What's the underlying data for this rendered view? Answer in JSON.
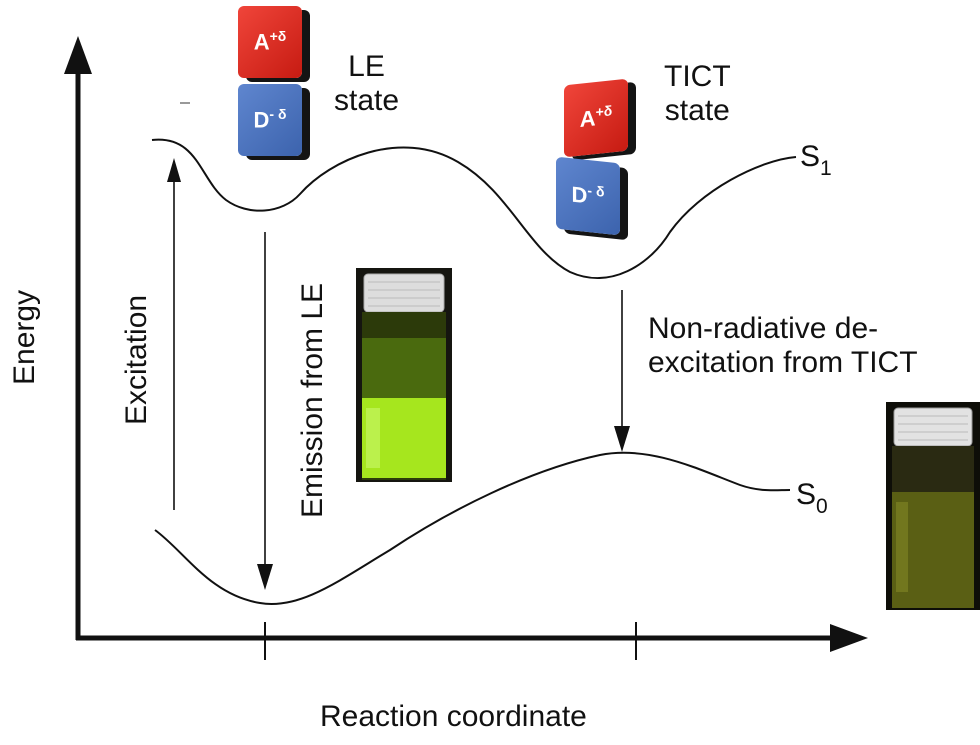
{
  "axes": {
    "y_label": "Energy",
    "x_label": "Reaction coordinate"
  },
  "curves": {
    "s1_label": "S",
    "s1_sub": "1",
    "s0_label": "S",
    "s0_sub": "0"
  },
  "states": {
    "le_label": "LE\nstate",
    "tict_label": "TICT\nstate"
  },
  "molecule_blocks": {
    "acceptor_text": "A",
    "acceptor_sup": "+δ",
    "donor_text": "D",
    "donor_sup": "- δ"
  },
  "arrows": {
    "excitation": "Excitation",
    "emission": "Emission from LE",
    "nonradiative": "Non-radiative de-\nexcitation from TICT"
  },
  "colors": {
    "acceptor": "#d9281e",
    "donor": "#4a72c0",
    "vial_bright": "#a6e61e",
    "vial_dim": "#5a5f14"
  },
  "icons": {
    "le_vial": "glowing-vial-icon",
    "tict_vial": "dim-vial-icon"
  }
}
